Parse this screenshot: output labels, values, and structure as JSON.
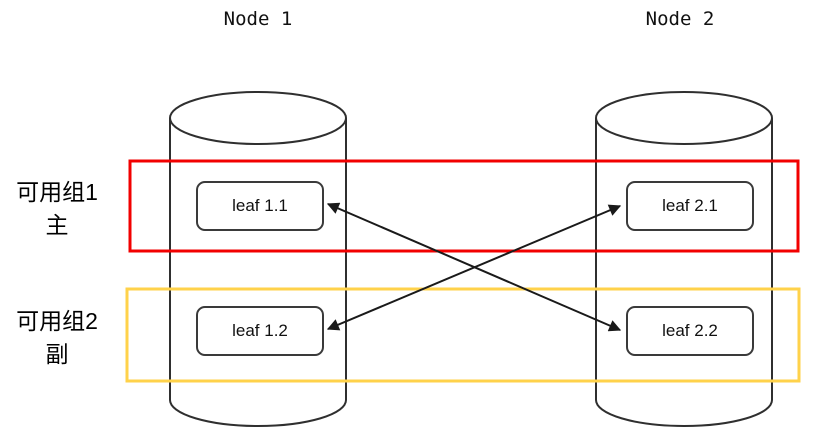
{
  "diagram": {
    "nodes": [
      {
        "title": "Node 1",
        "leaves": [
          "leaf 1.1",
          "leaf 1.2"
        ]
      },
      {
        "title": "Node 2",
        "leaves": [
          "leaf 2.1",
          "leaf 2.2"
        ]
      }
    ],
    "groups": [
      {
        "name": "可用组1",
        "role": "主",
        "color": "#f20000"
      },
      {
        "name": "可用组2",
        "role": "副",
        "color": "#ffd24a"
      }
    ],
    "connections": [
      {
        "from": "leaf 1.1",
        "to": "leaf 2.2",
        "bidirectional": true
      },
      {
        "from": "leaf 1.2",
        "to": "leaf 2.1",
        "bidirectional": true
      }
    ],
    "colors": {
      "cylinder_stroke": "#2f2f2f",
      "arrow": "#1a1a1a",
      "leaf_border": "#3a3a3a"
    }
  }
}
